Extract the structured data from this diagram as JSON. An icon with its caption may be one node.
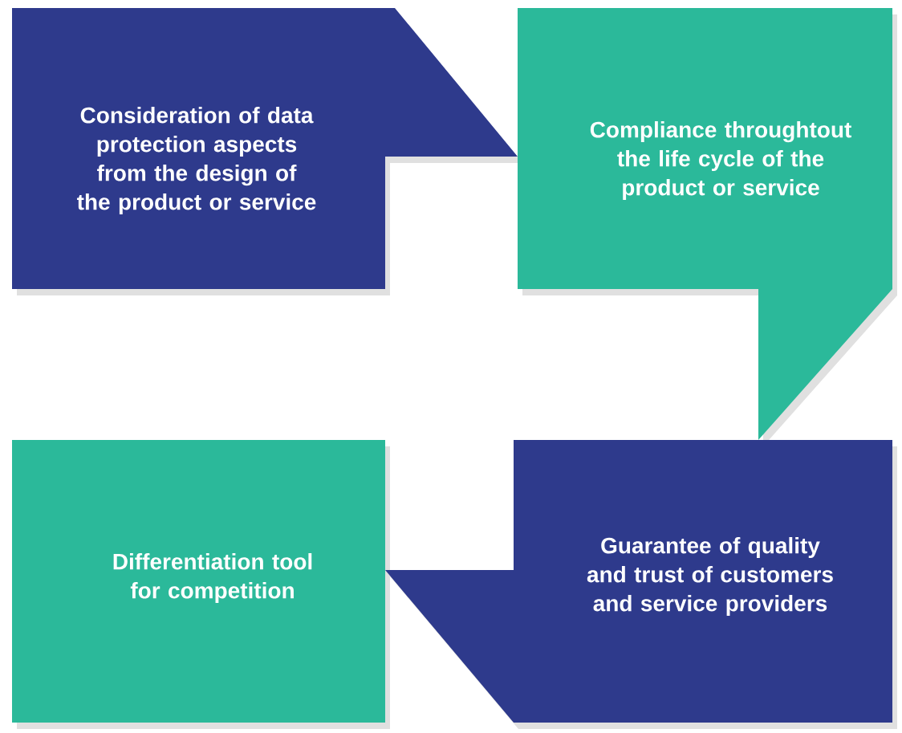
{
  "diagram": {
    "nodes": [
      {
        "text": [
          "Consideration of data protection aspects from the design of the product or service"
        ]
      },
      {
        "text": [
          "Compliance throughtout the life cycle of the product or service"
        ]
      },
      {
        "text": [
          "Differentiation tool for competition"
        ]
      },
      {
        "text": [
          "Guarantee of quality and trust of customers and service providers"
        ]
      }
    ]
  }
}
